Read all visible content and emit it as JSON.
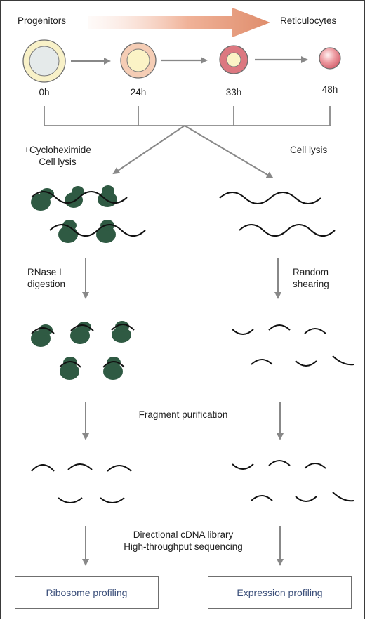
{
  "header": {
    "left": "Progenitors",
    "right": "Reticulocytes"
  },
  "timepoints": [
    "0h",
    "24h",
    "33h",
    "48h"
  ],
  "branches": {
    "left": {
      "treatment": [
        "+Cycloheximide",
        "Cell lysis"
      ],
      "step": [
        "RNase I",
        "digestion"
      ]
    },
    "right": {
      "treatment": [
        "Cell lysis"
      ],
      "step": [
        "Random",
        "shearing"
      ]
    }
  },
  "shared_steps": {
    "purification": "Fragment purification",
    "library": [
      "Directional cDNA library",
      "High-throughput sequencing"
    ]
  },
  "outputs": {
    "left": "Ribosome profiling",
    "right": "Expression profiling"
  },
  "colors": {
    "ribosome": "#2f5a43",
    "arrow": "#888888",
    "output_text": "#3b4f7a",
    "progression_arrow": "#e08b6c"
  }
}
